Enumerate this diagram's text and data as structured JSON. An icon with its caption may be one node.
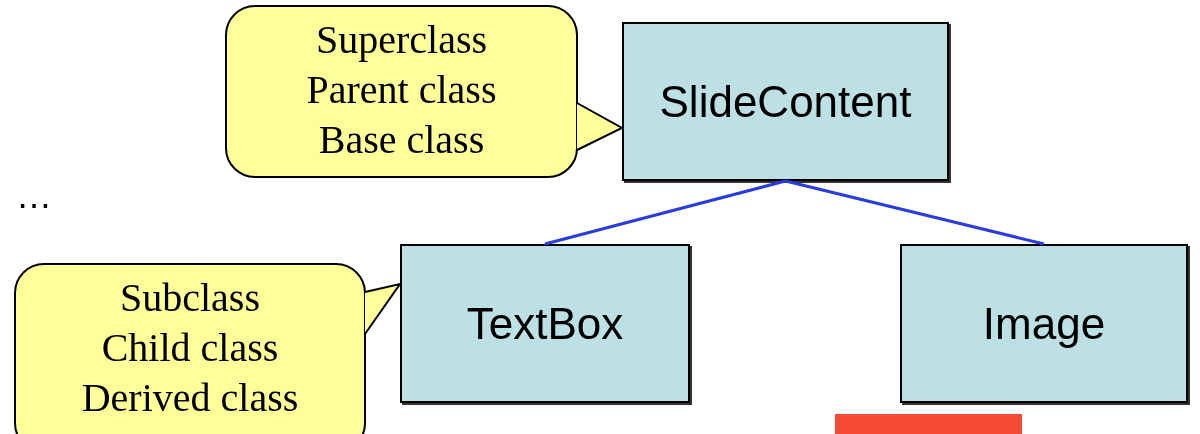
{
  "diagram": {
    "nodes": [
      {
        "text": [
          "Superclass Parent class Base class"
        ]
      },
      {
        "text": [
          "SlideContent"
        ]
      },
      {
        "text": [
          "Subclass Child class Derived class"
        ]
      },
      {
        "text": [
          "TextBox"
        ]
      },
      {
        "text": [
          "Image"
        ]
      },
      {
        "text": [],
        "shape": "bar"
      }
    ],
    "edges": [
      {
        "from": 1,
        "to": 3,
        "arrow": "none",
        "color": "#2a3be0"
      },
      {
        "from": 1,
        "to": 4,
        "arrow": "none",
        "color": "#2a3be0"
      },
      {
        "from": 0,
        "to": 1,
        "arrow": "to",
        "color": "#000000"
      },
      {
        "from": 2,
        "to": 3,
        "arrow": "to",
        "color": "#000000"
      }
    ],
    "labels": [
      "…"
    ]
  }
}
